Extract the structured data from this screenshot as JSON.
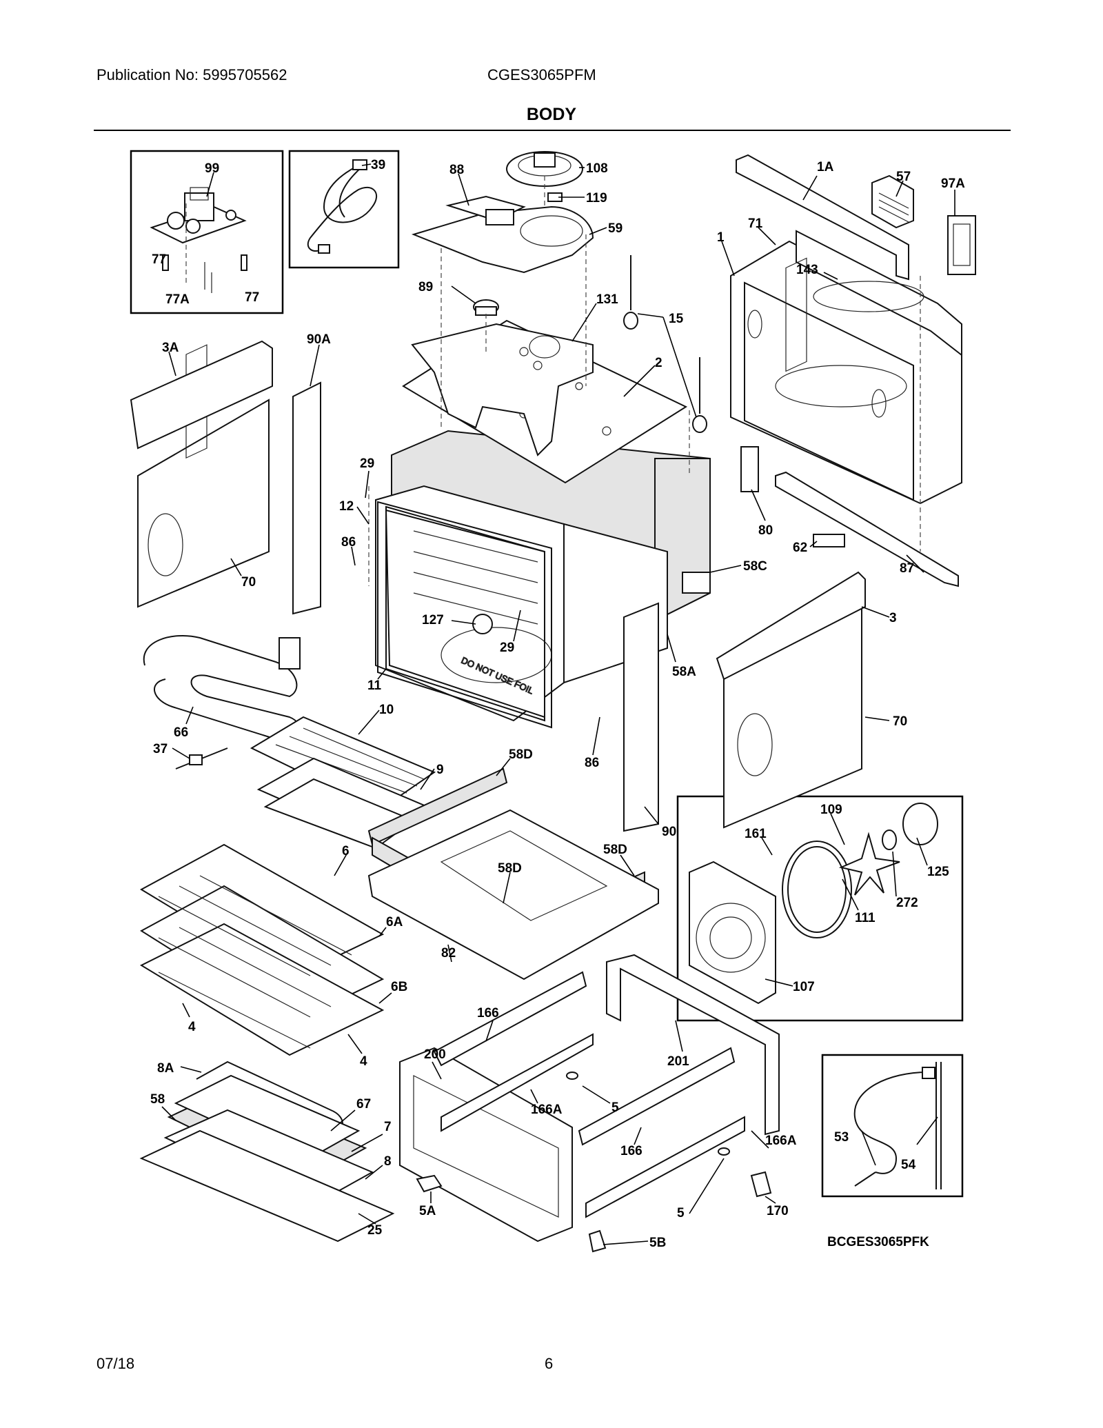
{
  "header": {
    "publication": "Publication No: 5995705562",
    "model": "CGES3065PFM",
    "title": "BODY"
  },
  "footer": {
    "date": "07/18",
    "page": "6",
    "diagram_code": "BCGES3065PFK"
  },
  "callouts": [
    {
      "id": "c99",
      "label": "99"
    },
    {
      "id": "c39",
      "label": "39"
    },
    {
      "id": "c88",
      "label": "88"
    },
    {
      "id": "c108",
      "label": "108"
    },
    {
      "id": "c119",
      "label": "119"
    },
    {
      "id": "c59",
      "label": "59"
    },
    {
      "id": "c1A",
      "label": "1A"
    },
    {
      "id": "c57",
      "label": "57"
    },
    {
      "id": "c97A",
      "label": "97A"
    },
    {
      "id": "c71",
      "label": "71"
    },
    {
      "id": "c1",
      "label": "1"
    },
    {
      "id": "c143",
      "label": "143"
    },
    {
      "id": "c77a",
      "label": "77"
    },
    {
      "id": "c77A",
      "label": "77A"
    },
    {
      "id": "c77b",
      "label": "77"
    },
    {
      "id": "c89",
      "label": "89"
    },
    {
      "id": "c131",
      "label": "131"
    },
    {
      "id": "c15",
      "label": "15"
    },
    {
      "id": "c3A",
      "label": "3A"
    },
    {
      "id": "c90A",
      "label": "90A"
    },
    {
      "id": "c2",
      "label": "2"
    },
    {
      "id": "c29a",
      "label": "29"
    },
    {
      "id": "c12",
      "label": "12"
    },
    {
      "id": "c86a",
      "label": "86"
    },
    {
      "id": "c80",
      "label": "80"
    },
    {
      "id": "c62",
      "label": "62"
    },
    {
      "id": "c58C",
      "label": "58C"
    },
    {
      "id": "c87",
      "label": "87"
    },
    {
      "id": "c70a",
      "label": "70"
    },
    {
      "id": "c3",
      "label": "3"
    },
    {
      "id": "c127",
      "label": "127"
    },
    {
      "id": "c29b",
      "label": "29"
    },
    {
      "id": "c58A",
      "label": "58A"
    },
    {
      "id": "c11",
      "label": "11"
    },
    {
      "id": "c70b",
      "label": "70"
    },
    {
      "id": "c66",
      "label": "66"
    },
    {
      "id": "c10",
      "label": "10"
    },
    {
      "id": "c37",
      "label": "37"
    },
    {
      "id": "c86b",
      "label": "86"
    },
    {
      "id": "c58Da",
      "label": "58D"
    },
    {
      "id": "c9",
      "label": "9"
    },
    {
      "id": "c90",
      "label": "90"
    },
    {
      "id": "c109",
      "label": "109"
    },
    {
      "id": "c161",
      "label": "161"
    },
    {
      "id": "c6",
      "label": "6"
    },
    {
      "id": "c58Db",
      "label": "58D"
    },
    {
      "id": "c58Dc",
      "label": "58D"
    },
    {
      "id": "c125",
      "label": "125"
    },
    {
      "id": "c111",
      "label": "111"
    },
    {
      "id": "c272",
      "label": "272"
    },
    {
      "id": "c6A",
      "label": "6A"
    },
    {
      "id": "c82",
      "label": "82"
    },
    {
      "id": "c107",
      "label": "107"
    },
    {
      "id": "c6B",
      "label": "6B"
    },
    {
      "id": "c166a",
      "label": "166"
    },
    {
      "id": "c4a",
      "label": "4"
    },
    {
      "id": "c200",
      "label": "200"
    },
    {
      "id": "c4b",
      "label": "4"
    },
    {
      "id": "c201",
      "label": "201"
    },
    {
      "id": "c8A",
      "label": "8A"
    },
    {
      "id": "c58",
      "label": "58"
    },
    {
      "id": "c67",
      "label": "67"
    },
    {
      "id": "c5a",
      "label": "5"
    },
    {
      "id": "c7",
      "label": "7"
    },
    {
      "id": "c166Aa",
      "label": "166A"
    },
    {
      "id": "c53",
      "label": "53"
    },
    {
      "id": "c54",
      "label": "54"
    },
    {
      "id": "c8",
      "label": "8"
    },
    {
      "id": "c166b",
      "label": "166"
    },
    {
      "id": "c166Ab",
      "label": "166A"
    },
    {
      "id": "c5b",
      "label": "5"
    },
    {
      "id": "c25",
      "label": "25"
    },
    {
      "id": "c5A",
      "label": "5A"
    },
    {
      "id": "c170",
      "label": "170"
    },
    {
      "id": "c5B",
      "label": "5B"
    }
  ],
  "embossed_text": {
    "oven_floor": "DO NOT USE FOIL"
  }
}
